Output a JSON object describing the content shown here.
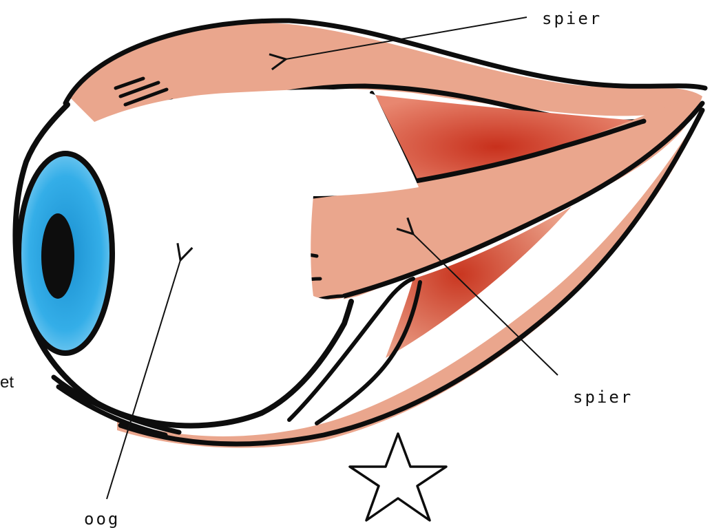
{
  "labels": {
    "top_muscle": "spier",
    "lower_muscle": "spier",
    "eye": "oog",
    "cut_off_left": "et"
  },
  "colors": {
    "background": "#ffffff",
    "iris": "#2aa6e2",
    "pupil": "#0d0d0d",
    "muscle_light": "#eaa68d",
    "muscle_dark": "#cc3a22",
    "outline": "#0d0d0d"
  },
  "icons": [
    "star-outline-icon"
  ]
}
